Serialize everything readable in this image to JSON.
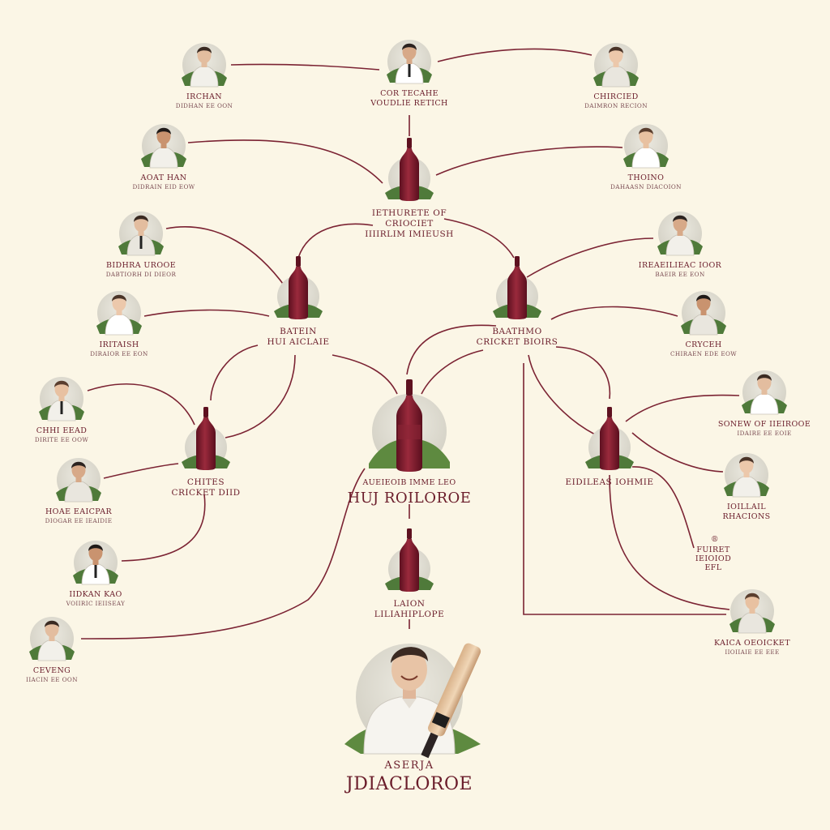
{
  "colors": {
    "background": "#fbf6e6",
    "edge": "#7b2333",
    "wine": "#7e1d2c",
    "label": "#6a1c2a",
    "grass": "#4f7a3a",
    "disc": "#dedbd0"
  },
  "people": [
    {
      "id": "p1",
      "l1": "IRCHAN",
      "l2": "DIDHAN EE OON",
      "icon": "person-icon"
    },
    {
      "id": "p2",
      "l1": "COR TECAHE",
      "l2": "VOUDLIE RETICH",
      "icon": "person-icon"
    },
    {
      "id": "p3",
      "l1": "CHIRCIED",
      "l2": "DAIMRON RECION",
      "icon": "person-icon"
    },
    {
      "id": "p4",
      "l1": "AOAT HAN",
      "l2": "DIDRAIN EID EOW",
      "icon": "person-icon"
    },
    {
      "id": "p5",
      "l1": "THOINO",
      "l2": "DAHAASN DIACOION",
      "icon": "person-icon"
    },
    {
      "id": "p6",
      "l1": "BIDHRA UROOE",
      "l2": "DABTIORH DI DIEOR",
      "icon": "person-icon"
    },
    {
      "id": "p7",
      "l1": "IREAEILIEAC IOOR",
      "l2": "BAEIR EE EON",
      "icon": "person-icon"
    },
    {
      "id": "p8",
      "l1": "IRITAISH",
      "l2": "DIRAIOR EE EON",
      "icon": "person-icon"
    },
    {
      "id": "p9",
      "l1": "CRYCEH",
      "l2": "CHIRAEN EDE EOW",
      "icon": "person-icon"
    },
    {
      "id": "p10",
      "l1": "CHHI EEAD",
      "l2": "DIRITE EE OOW",
      "icon": "person-icon"
    },
    {
      "id": "p11",
      "l1": "SONEW OF IIEIROOE",
      "l2": "IDAIRE EE EOIE",
      "icon": "person-icon"
    },
    {
      "id": "p12",
      "l1": "HOAE EAICPAR",
      "l2": "DIOGAR EE IEAIDIE",
      "icon": "person-icon"
    },
    {
      "id": "p13",
      "l1": "IOILLAIL",
      "l2": "RHACIONS",
      "icon": "person-icon"
    },
    {
      "id": "p14",
      "l1": "IIDKAN KAO",
      "l2": "VOIIRIC IEIISEAY",
      "icon": "person-icon"
    },
    {
      "id": "p15",
      "l1": "KAICA OEOICKET",
      "l2": "IIOIIAIE EE EEE",
      "icon": "person-icon"
    },
    {
      "id": "p16",
      "l1": "CEVENG",
      "l2": "IIACIN EE OON",
      "icon": "person-icon"
    }
  ],
  "hubs": [
    {
      "id": "h1",
      "l1": "IETHURETE OF",
      "l2": "CRIOCIET",
      "l3": "IIIIRLIM IMIEUSH",
      "icon": "wine-bottle-icon"
    },
    {
      "id": "h2",
      "l1": "BATEIN",
      "l2": "HUI AICLAIE",
      "icon": "wine-bottle-icon"
    },
    {
      "id": "h3",
      "l1": "BAATHMO",
      "l2": "CRICKET BIOIRS",
      "icon": "wine-bottle-icon"
    },
    {
      "id": "h4",
      "l1": "CHITES",
      "l2": "CRICKET DIID",
      "icon": "wine-bottle-icon"
    },
    {
      "id": "h5",
      "l1": "EIDILEAS IOHMIE",
      "icon": "wine-bottle-icon"
    },
    {
      "id": "h6",
      "l1": "LAION",
      "l2": "LILIAHIPLOPE",
      "icon": "wine-bottle-icon"
    }
  ],
  "center": {
    "l1": "AUEIEOIB IMME LEO",
    "l2": "HUJ ROILOROE",
    "icon": "wine-bottle-icon"
  },
  "side_note": {
    "l0": "®",
    "l1": "FUIRET",
    "l2": "IEIOIOD",
    "l3": "EFL"
  },
  "featured": {
    "l1": "ASERJA",
    "l2": "JDIACLOROE",
    "icon": "cricket-bat-icon"
  }
}
